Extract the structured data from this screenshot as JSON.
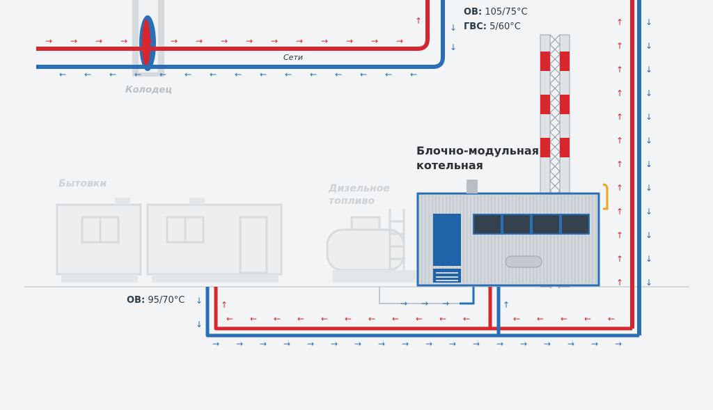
{
  "top_temps": {
    "ov_label": "ОВ:",
    "ov_value": "105/75°C",
    "gvs_label": "ГВС:",
    "gvs_value": "5/60°C"
  },
  "bottom_temps": {
    "ov_label": "ОВ:",
    "ov_value": "95/70°C"
  },
  "labels": {
    "network": "Сети",
    "well": "Колодец",
    "cabins": "Бытовки",
    "diesel": "Дизельное\nтопливо",
    "boiler_line1": "Блочно-модульная",
    "boiler_line2": "котельная"
  },
  "colors": {
    "supply": "#d8262e",
    "return": "#2a6fb6",
    "ghost": "#d7dbde",
    "building": "#c9ced3",
    "door": "#1f64a8",
    "chimney_stripe": "#d8262e"
  },
  "icons": {
    "arrow_right": "→",
    "arrow_left": "←",
    "arrow_up": "↑",
    "arrow_down": "↓"
  }
}
